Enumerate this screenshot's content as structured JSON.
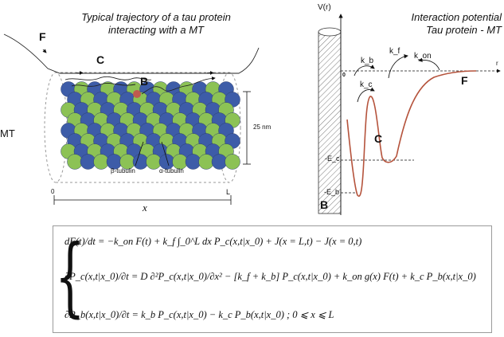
{
  "left_panel": {
    "title_line1": "Typical trajectory of a tau protein",
    "title_line2": "interacting with a MT",
    "label_F": "F",
    "label_C": "C",
    "label_B": "B",
    "label_MT": "MT",
    "scale_label": "25 nm",
    "beta_tubulin": "β-tubulin",
    "alpha_tubulin": "α-tubulin",
    "axis_zero": "0",
    "axis_L": "L",
    "axis_x": "x"
  },
  "right_panel": {
    "title_line1": "Interaction potential",
    "title_line2": "Tau protein - MT",
    "y_axis_label": "V(r)",
    "x_axis_label": "r",
    "origin_label": "0",
    "k_b": "k_b",
    "k_f": "k_f",
    "k_on": "k_on",
    "k_c": "k_c",
    "label_F": "F",
    "label_C": "C",
    "label_B": "B",
    "neg_Ec": "-E_c",
    "neg_Eb": "-E_b"
  },
  "equations": {
    "eq1_lhs": "dF(t)/dt",
    "eq1_rhs": "= −k_on F(t) + k_f ∫_0^L dx P_c(x,t|x_0) + J(x = L,t) − J(x = 0,t)",
    "eq2_lhs": "∂P_c(x,t|x_0)/∂t",
    "eq2_rhs": "= D ∂²P_c(x,t|x_0)/∂x² − [k_f + k_b] P_c(x,t|x_0) + k_on g(x) F(t) + k_c P_b(x,t|x_0)",
    "eq3_lhs": "∂P_b(x,t|x_0)/∂t",
    "eq3_rhs": "= k_b P_c(x,t|x_0) − k_c P_b(x,t|x_0)   ;   0 ⩽ x ⩽ L"
  },
  "colors": {
    "tubulin_blue": "#3d5ca8",
    "tubulin_green": "#8cc255",
    "curve": "#b5533c",
    "tau_dot": "#c05a4e"
  }
}
